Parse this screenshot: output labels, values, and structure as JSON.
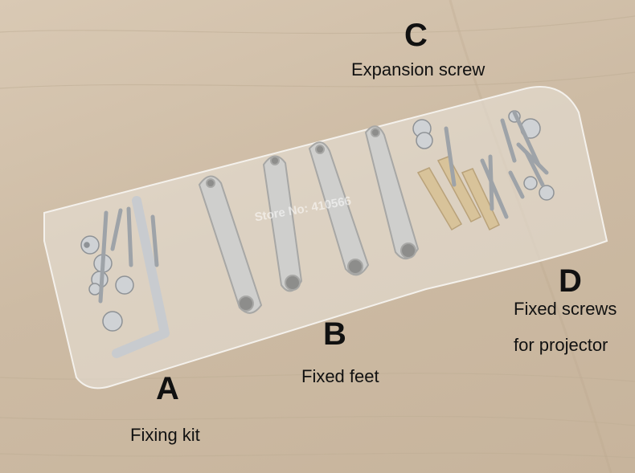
{
  "watermark": "Store No: 410566",
  "labels": {
    "a_letter": "A",
    "a_caption": "Fixing kit",
    "b_letter": "B",
    "b_caption": "Fixed feet",
    "c_letter": "C",
    "c_caption": "Expansion screw",
    "d_letter": "D",
    "d_caption_line1": "Fixed screws",
    "d_caption_line2": "for projector"
  },
  "colors": {
    "wood": "#cdbba4",
    "bracket": "#cfcfcd",
    "anchor": "#d8c39a",
    "metal": "#a9adb2"
  }
}
